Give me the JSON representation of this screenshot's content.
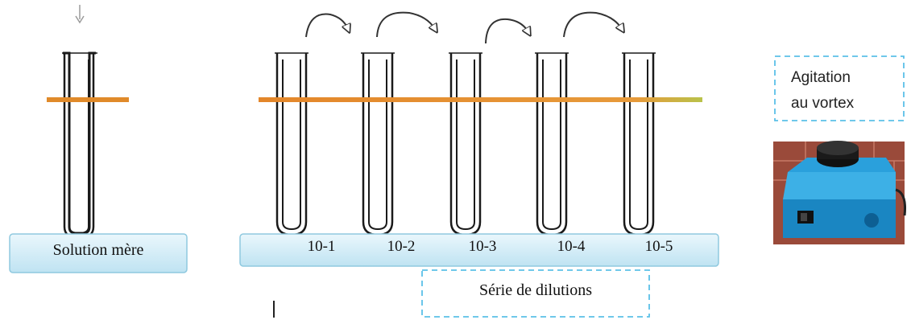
{
  "stock": {
    "label": "Solution mère"
  },
  "dilutions": {
    "labels": [
      "10-1",
      "10-2",
      "10-3",
      "10-4",
      "10-5"
    ],
    "caption": "Série de dilutions"
  },
  "vortex": {
    "caption_line1": "Agitation",
    "caption_line2": "au vortex",
    "icon": "vortex-mixer-photo"
  },
  "colors": {
    "tube_outline": "#1a1a1a",
    "level_line": "#e08a2a",
    "rack_fill": "#cfeaf5",
    "rack_border": "#8fc9df",
    "dashed_border": "#5bc0e8",
    "vortex_body": "#1f9ad6"
  }
}
